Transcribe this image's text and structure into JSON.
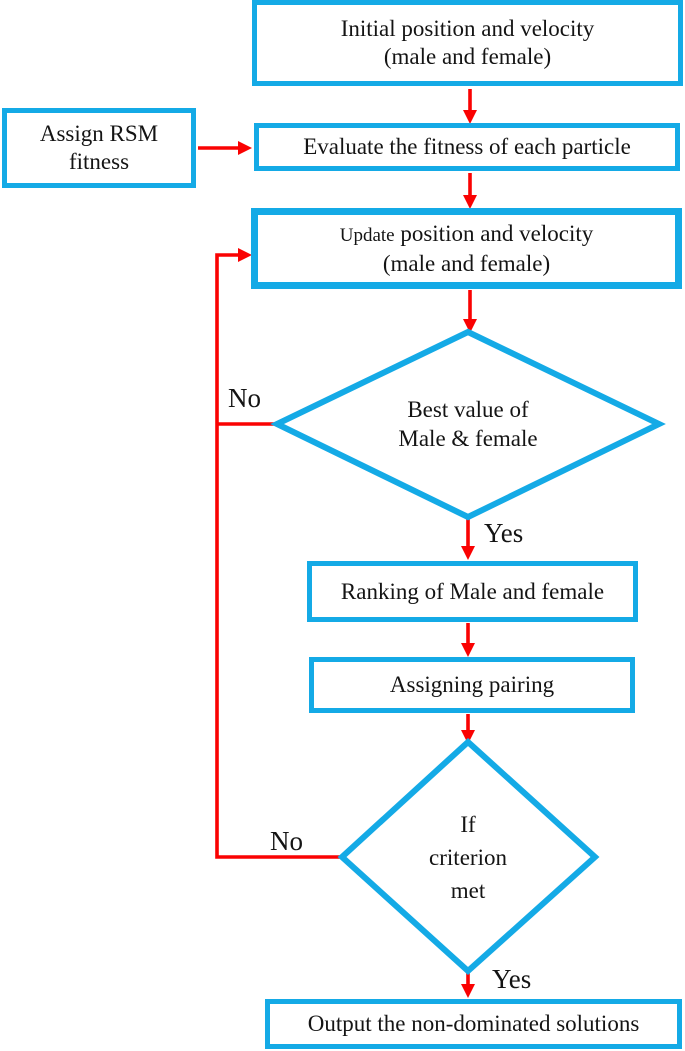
{
  "title": "Mating particle swarm optimization flowchart",
  "colors": {
    "node_border": "#14aae6",
    "arrow": "#fa0202",
    "text": "#141414"
  },
  "nodes": {
    "initial": {
      "line1": "Initial position and velocity",
      "line2": "(male and female)"
    },
    "assign_rsm": {
      "line1": "Assign RSM",
      "line2": "fitness"
    },
    "evaluate": {
      "label": "Evaluate the fitness of each particle"
    },
    "update": {
      "word_small": "Update",
      "line1_rest": " position and velocity",
      "line2": "(male and female)"
    },
    "best_value": {
      "line1": "Best value of",
      "line2": "Male & female"
    },
    "ranking": {
      "label": "Ranking of Male and female"
    },
    "pairing": {
      "label": "Assigning pairing"
    },
    "criterion": {
      "line1": "If",
      "line2": "criterion",
      "line3": "met"
    },
    "output": {
      "label": "Output the non-dominated solutions"
    }
  },
  "edge_labels": {
    "no1": "No",
    "yes1": "Yes",
    "no2": "No",
    "yes2": "Yes"
  }
}
